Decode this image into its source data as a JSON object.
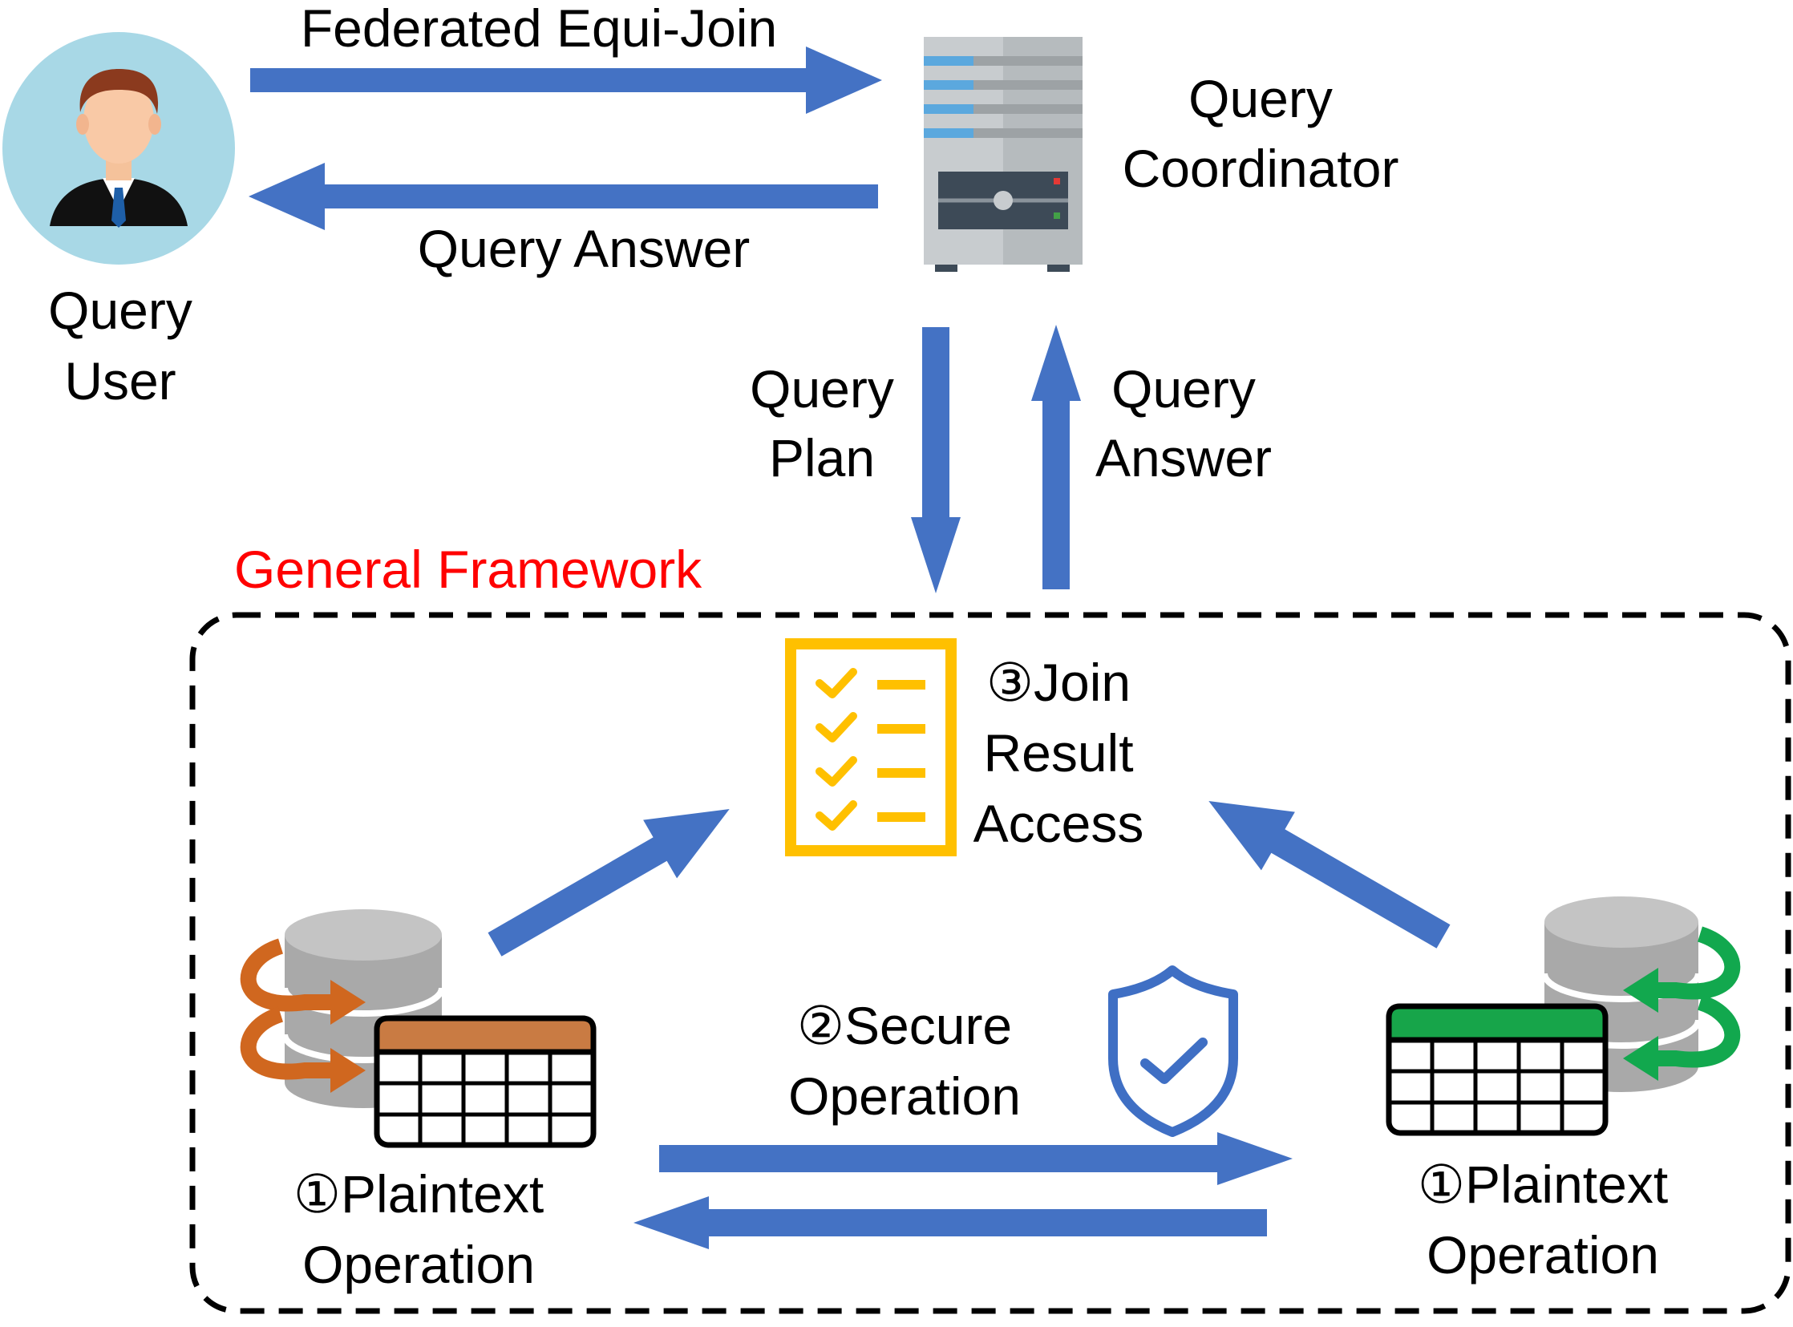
{
  "labels": {
    "federated_join": "Federated Equi-Join",
    "query_answer_top": "Query Answer",
    "query_user": [
      "Query",
      "User"
    ],
    "query_coordinator": [
      "Query",
      "Coordinator"
    ],
    "query_plan": [
      "Query",
      "Plan"
    ],
    "query_answer_right": [
      "Query",
      "Answer"
    ],
    "general_framework": "General Framework",
    "join_result": [
      "③Join",
      "Result",
      "Access"
    ],
    "secure_operation": [
      "②Secure",
      "Operation"
    ],
    "plaintext_left": [
      "①Plaintext",
      "Operation"
    ],
    "plaintext_right": [
      "①Plaintext",
      "Operation"
    ]
  },
  "colors": {
    "arrow": "#4472C4",
    "framework_label": "#FF0000",
    "checklist": "#FFC000",
    "shield": "#3F6FC4",
    "left_table_header": "#C97B43",
    "right_table_header": "#17A54A",
    "left_rotate_arrow": "#D0671F",
    "right_rotate_arrow": "#12A84E",
    "database": "#A9A9A9",
    "user_circle": "#A8D8E6"
  },
  "icons": {
    "user": "user-avatar-icon",
    "server": "server-icon",
    "checklist": "checklist-icon",
    "shield": "shield-check-icon",
    "left_db": "database-table-icon",
    "right_db": "database-table-icon"
  }
}
